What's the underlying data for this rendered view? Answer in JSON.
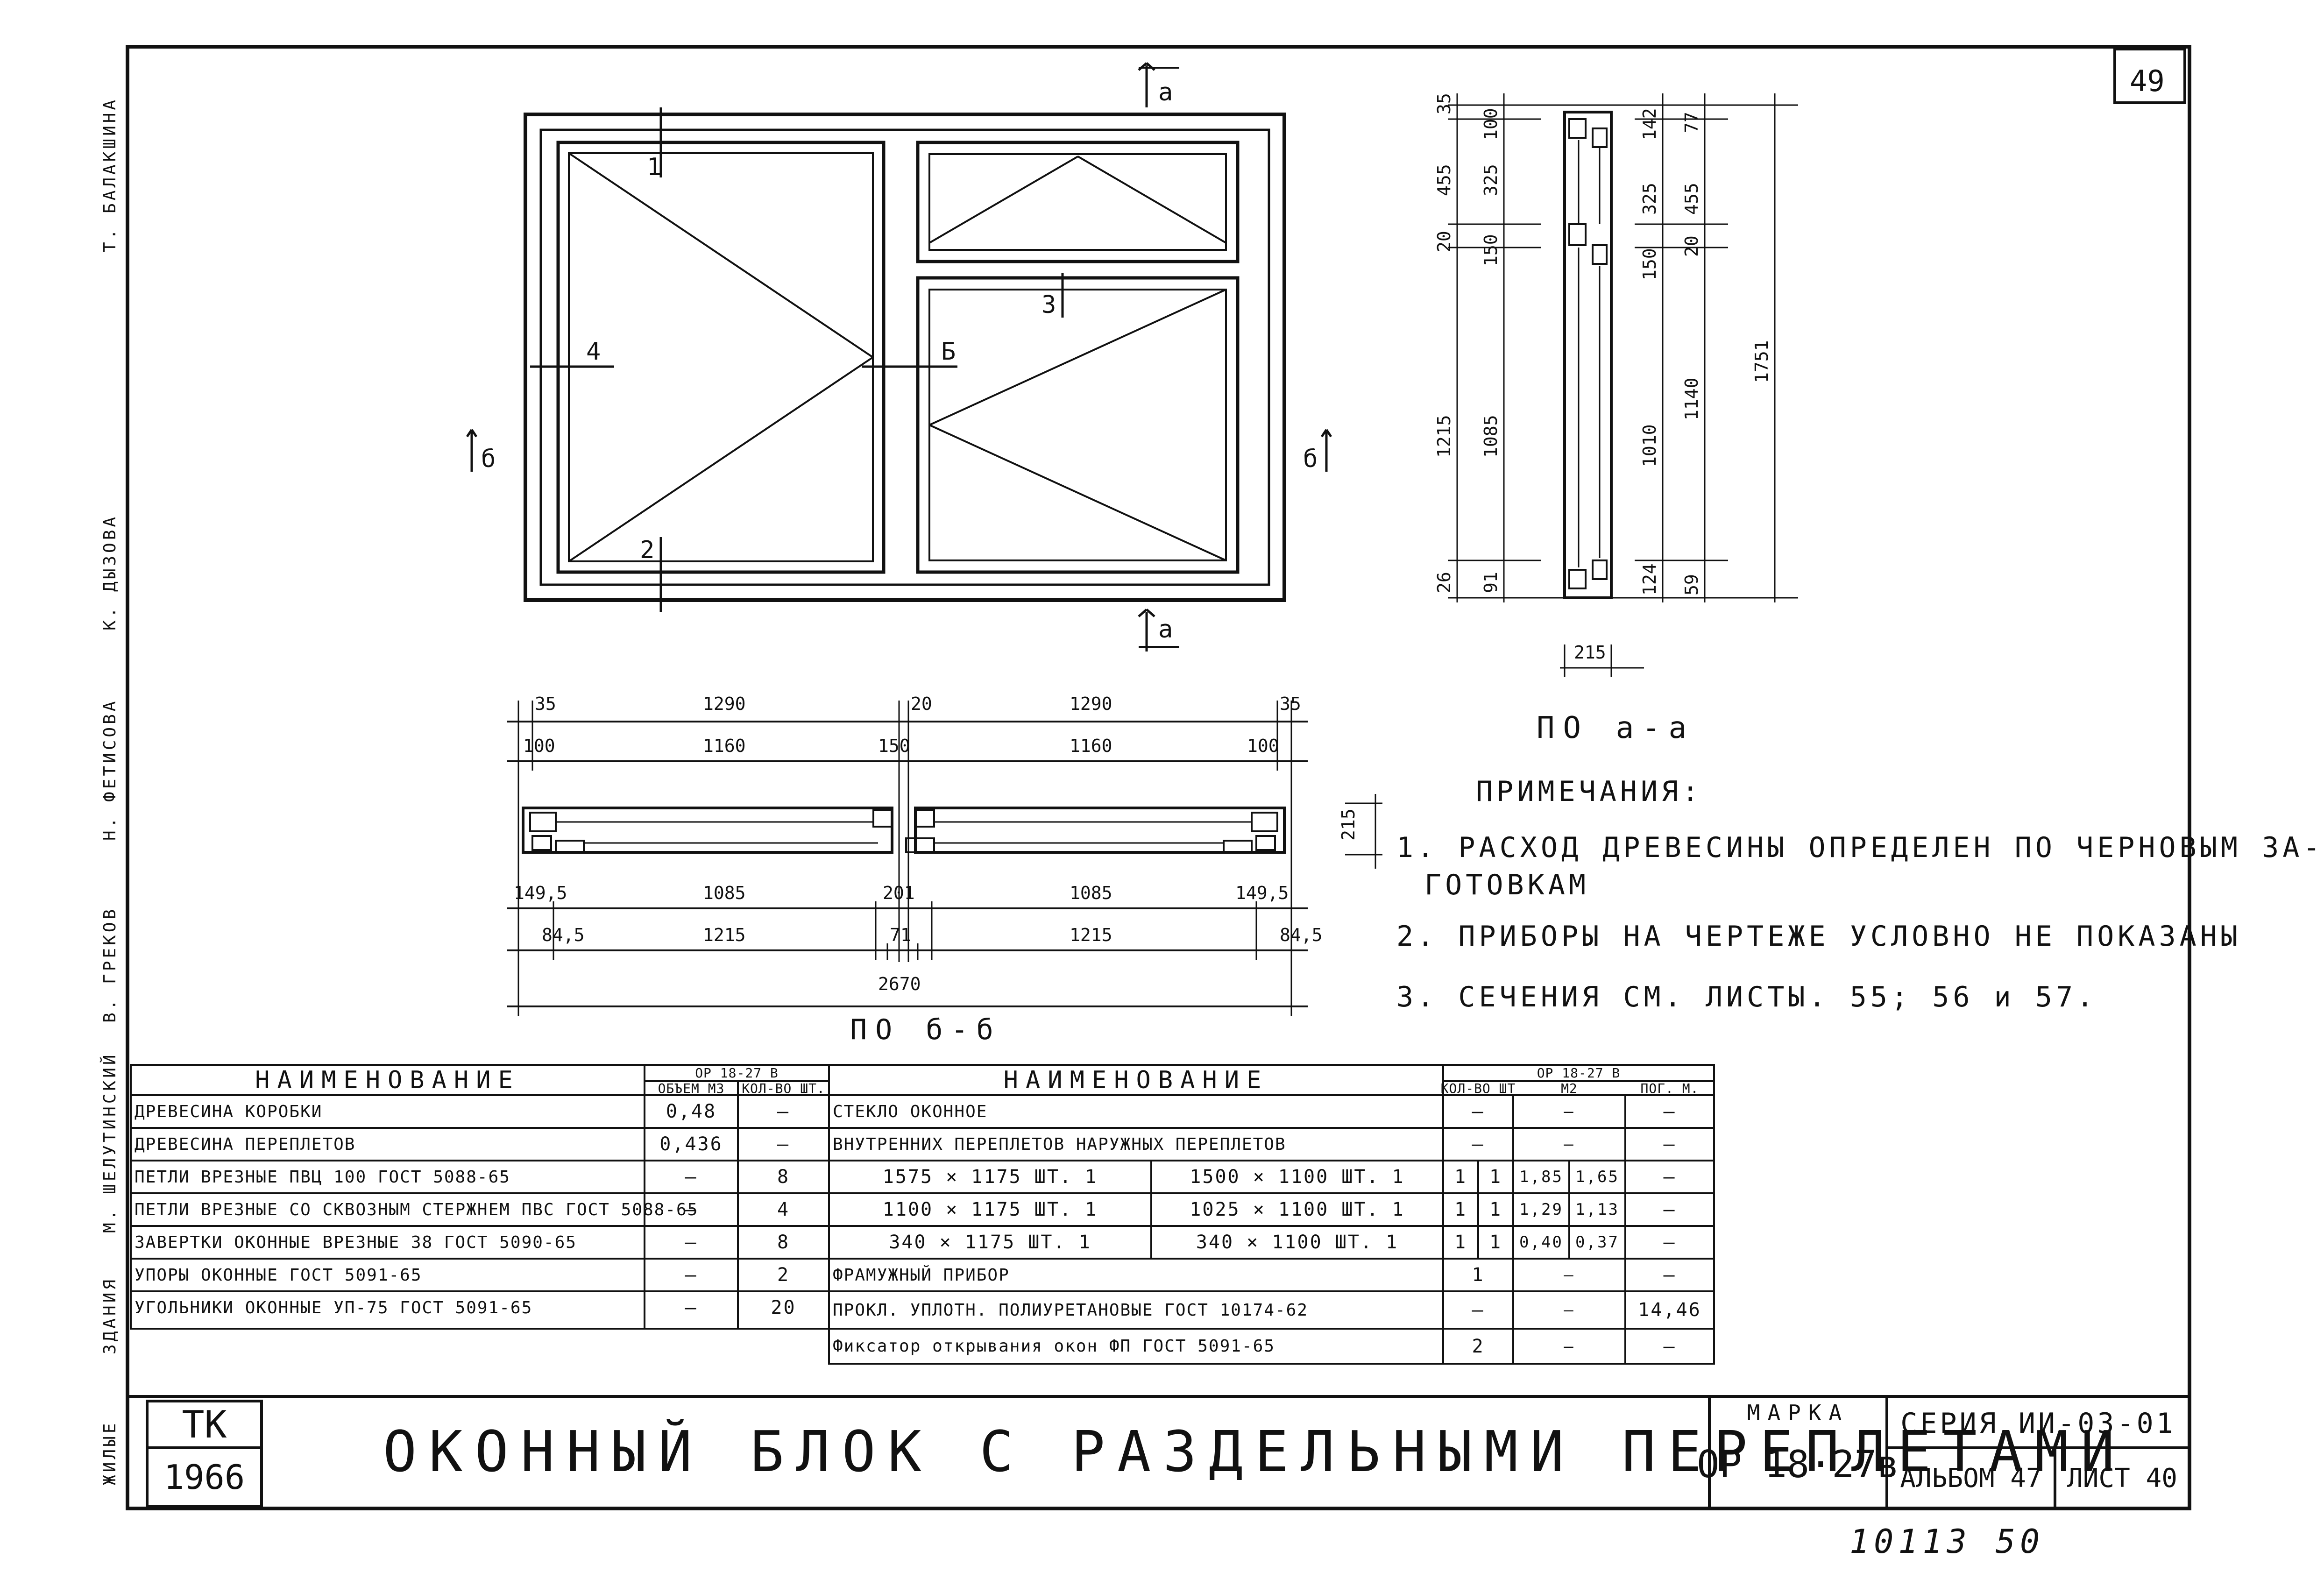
{
  "sheet": {
    "page_number": "49",
    "handwritten_number": "10113 50"
  },
  "signatures": [
    "Т. БАЛАКШИНА",
    "К. ДЫЗОВА",
    "Н. ФЕТИСОВА",
    "В. ГРЕКОВ",
    "М. ШЕЛУТИНСКИЙ",
    "ЗДАНИЯ",
    "ЖИЛЫЕ"
  ],
  "elevation": {
    "section_marks": {
      "a": "а",
      "b": "б"
    },
    "callouts": [
      "1",
      "2",
      "3",
      "4",
      "Б"
    ]
  },
  "section_aa": {
    "caption": "ПО а-а",
    "left_dims": [
      "35",
      "455",
      "20",
      "1215",
      "26"
    ],
    "left_inner_dims": [
      "100",
      "325",
      "150",
      "1085",
      "91"
    ],
    "right_inner_dims": [
      "142",
      "325",
      "150",
      "1010",
      "124"
    ],
    "right_dims": [
      "77",
      "455",
      "20",
      "1140",
      "59"
    ],
    "overall": "1751",
    "width": "215"
  },
  "section_bb": {
    "caption": "ПО б-б",
    "top_row1": [
      "35",
      "1290",
      "20",
      "1290",
      "35"
    ],
    "top_row2": [
      "100",
      "1160",
      "150",
      "1160",
      "100"
    ],
    "bottom_row1": [
      "149,5",
      "1085",
      "201",
      "1085",
      "149,5"
    ],
    "bottom_row2": [
      "84,5",
      "1215",
      "71",
      "1215",
      "84,5"
    ],
    "overall": "2670",
    "depth": "215"
  },
  "notes": {
    "heading": "ПРИМЕЧАНИЯ:",
    "items": [
      "1. РАСХОД ДРЕВЕСИНЫ ОПРЕДЕЛЕН ПО ЧЕРНОВЫМ ЗА-",
      "ГОТОВКАМ",
      "2. ПРИБОРЫ НА ЧЕРТЕЖЕ УСЛОВНО НЕ ПОКАЗАНЫ",
      "3. СЕЧЕНИЯ СМ. ЛИСТЫ. 55; 56 и 57."
    ]
  },
  "table_left": {
    "title": "НАИМЕНОВАНИЕ",
    "mark": "ОР 18-27 В",
    "col_volume": "ОБЪЕМ М3",
    "col_qty": "КОЛ-ВО ШТ.",
    "rows": [
      {
        "name": "ДРЕВЕСИНА КОРОБКИ",
        "volume": "0,48",
        "qty": "—"
      },
      {
        "name": "ДРЕВЕСИНА ПЕРЕПЛЕТОВ",
        "volume": "0,436",
        "qty": "—"
      },
      {
        "name": "ПЕТЛИ ВРЕЗНЫЕ ПВЦ 100 ГОСТ 5088-65",
        "volume": "—",
        "qty": "8"
      },
      {
        "name": "ПЕТЛИ ВРЕЗНЫЕ СО СКВОЗНЫМ СТЕРЖНЕМ ПВС ГОСТ 5088-65",
        "volume": "—",
        "qty": "4"
      },
      {
        "name": "ЗАВЕРТКИ ОКОННЫЕ ВРЕЗНЫЕ 38 ГОСТ 5090-65",
        "volume": "—",
        "qty": "8"
      },
      {
        "name": "УПОРЫ ОКОННЫЕ ГОСТ 5091-65",
        "volume": "—",
        "qty": "2"
      },
      {
        "name": "УГОЛЬНИКИ ОКОННЫЕ УП-75 ГОСТ 5091-65",
        "volume": "—",
        "qty": "20"
      }
    ]
  },
  "table_right": {
    "title": "НАИМЕНОВАНИЕ",
    "mark": "ОР 18-27 В",
    "col_qty": "КОЛ-ВО ШТ",
    "col_m2": "М2",
    "col_pm": "ПОГ. М.",
    "rows": [
      {
        "name": "СТЕКЛО ОКОННОЕ",
        "qty1": "—",
        "qty2": "",
        "m2a": "—",
        "m2b": "",
        "pm": "—"
      },
      {
        "name": "ВНУТРЕННИХ ПЕРЕПЛЕТОВ НАРУЖНЫХ ПЕРЕПЛЕТОВ",
        "qty1": "—",
        "qty2": "",
        "m2a": "—",
        "m2b": "",
        "pm": "—"
      },
      {
        "inner": "1575 × 1175 ШТ. 1",
        "outer": "1500 × 1100 ШТ. 1",
        "qty1": "1",
        "qty2": "1",
        "m2a": "1,85",
        "m2b": "1,65",
        "pm": "—"
      },
      {
        "inner": "1100 × 1175 ШТ. 1",
        "outer": "1025 × 1100 ШТ. 1",
        "qty1": "1",
        "qty2": "1",
        "m2a": "1,29",
        "m2b": "1,13",
        "pm": "—"
      },
      {
        "inner": "340 × 1175 ШТ. 1",
        "outer": "340 × 1100 ШТ. 1",
        "qty1": "1",
        "qty2": "1",
        "m2a": "0,40",
        "m2b": "0,37",
        "pm": "—"
      },
      {
        "name": "ФРАМУЖНЫЙ ПРИБОР",
        "qty1": "1",
        "qty2": "",
        "m2a": "—",
        "m2b": "",
        "pm": "—"
      },
      {
        "name": "ПРОКЛ. УПЛОТН. ПОЛИУРЕТАНОВЫЕ ГОСТ 10174-62",
        "qty1": "—",
        "qty2": "",
        "m2a": "—",
        "m2b": "",
        "pm": "14,46"
      },
      {
        "name": "Фиксатор открывания окон ФП ГОСТ 5091-65",
        "qty1": "2",
        "qty2": "",
        "m2a": "—",
        "m2b": "",
        "pm": "—"
      }
    ]
  },
  "title_block": {
    "org": "ТК",
    "year": "1966",
    "title": "ОКОННЫЙ БЛОК С РАЗДЕЛЬНЫМИ ПЕРЕПЛЕТАМИ",
    "mark_label": "МАРКА",
    "mark_value": "ОР 18·27в",
    "series": "СЕРИЯ ИИ-03-01",
    "album": "АЛЬБОМ 47",
    "sheet": "ЛИСТ 40"
  }
}
